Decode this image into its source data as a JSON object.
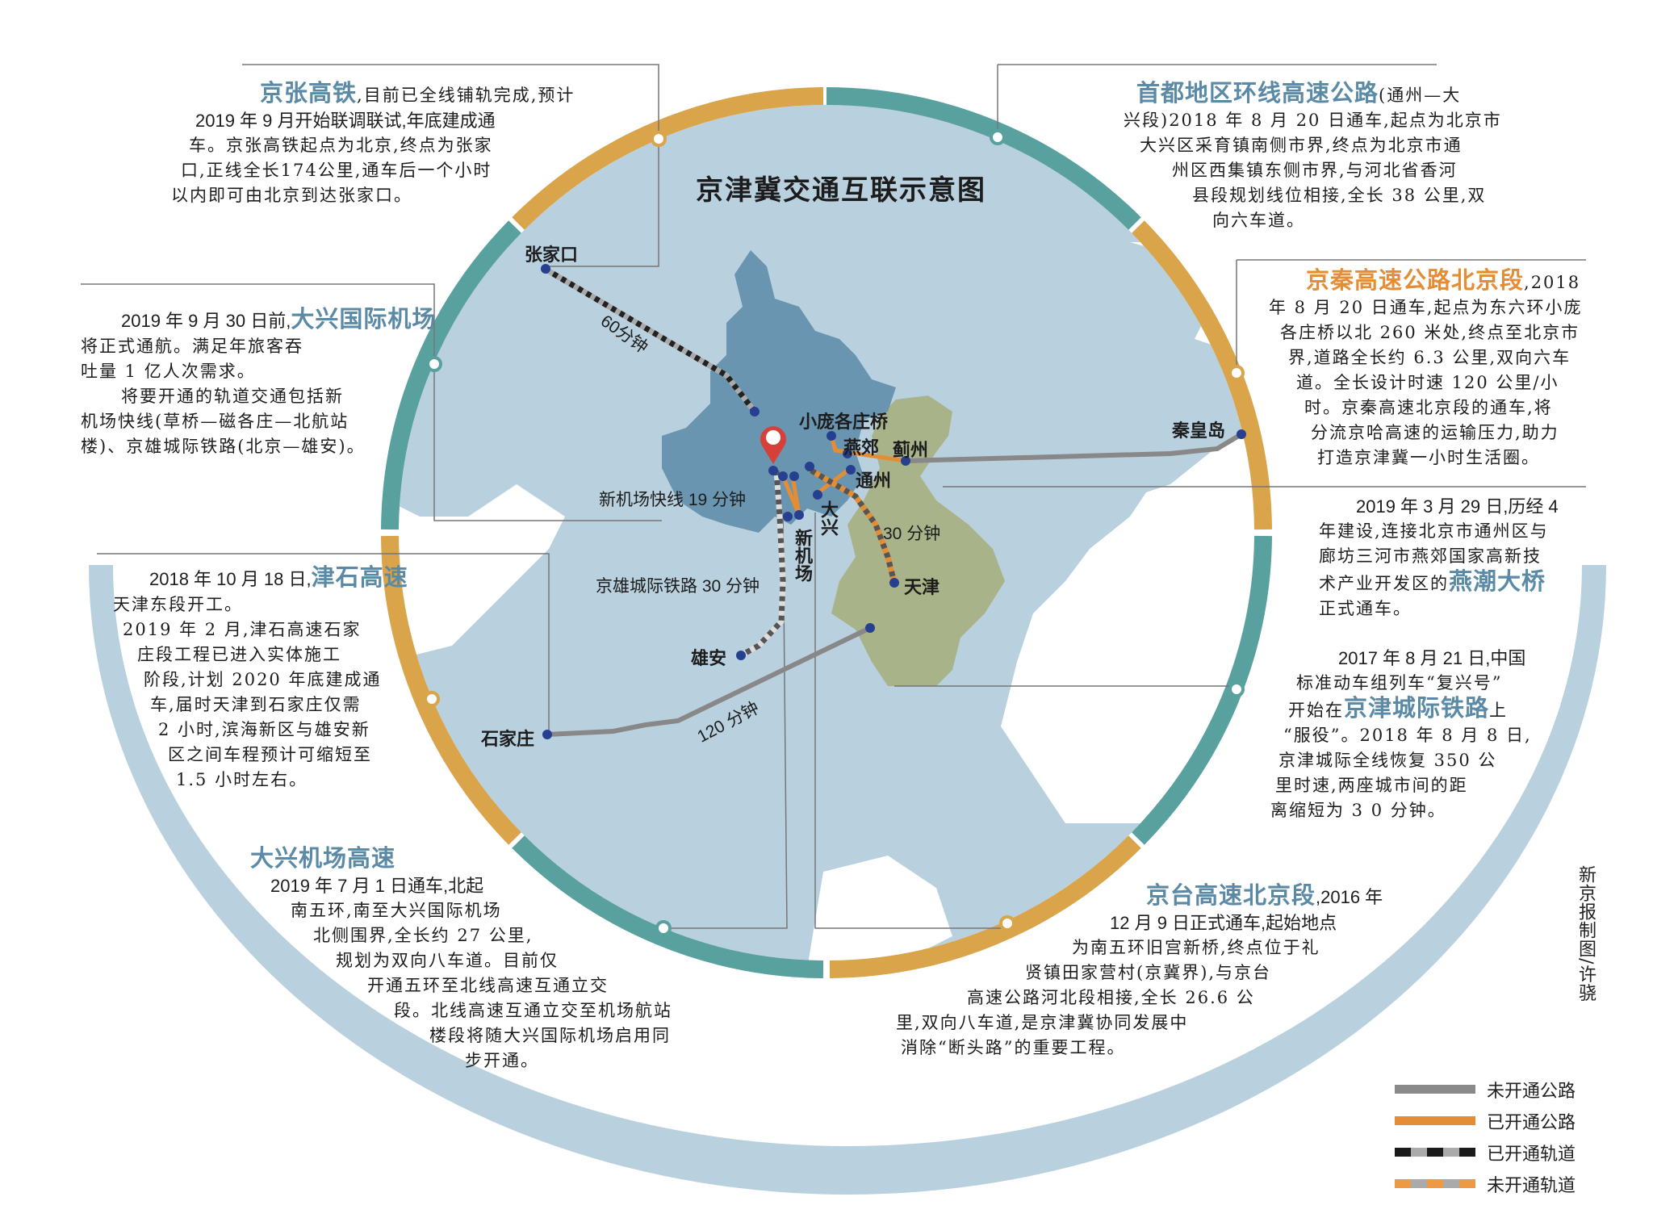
{
  "title": "京津冀交通互联示意图",
  "credit": "新京报制图/许骁",
  "colors": {
    "ring_teal": "#58a19f",
    "ring_gold": "#d9a44a",
    "hebei_fill": "#b9d0de",
    "beijing_fill": "#6a95b0",
    "tianjin_fill": "#a9b38a",
    "crescent": "#b9d1de",
    "highlight_blue": "#5b8aa6",
    "highlight_orange": "#e58d35",
    "city_dot": "#26408f"
  },
  "cities": [
    {
      "name": "张家口"
    },
    {
      "name": "小庞各庄桥"
    },
    {
      "name": "燕郊"
    },
    {
      "name": "蓟州"
    },
    {
      "name": "通州"
    },
    {
      "name": "大兴"
    },
    {
      "name": "新机场"
    },
    {
      "name": "天津"
    },
    {
      "name": "雄安"
    },
    {
      "name": "石家庄"
    },
    {
      "name": "秦皇岛"
    }
  ],
  "route_labels": {
    "zhangjiakou": "60分钟",
    "airport_express": "新机场快线 19 分钟",
    "jingxiong": "京雄城际铁路 30 分钟",
    "tianjin": "30 分钟",
    "shijiazhuang": "120 分钟"
  },
  "boxes": {
    "jingzhang": {
      "headline": "京张高铁",
      "lines": [
        ",目前已全线铺轨完成,预计",
        "2019 年 9 月开始联调联试,年底建成通",
        "车。京张高铁起点为北京,终点为张家",
        "口,正线全长174公里,通车后一个小时",
        "以内即可由北京到达张家口。"
      ]
    },
    "capital_ring": {
      "headline": "首都地区环线高速公路",
      "lines": [
        "(通州—大",
        "兴段)2018 年 8 月 20 日通车,起点为北京市",
        "大兴区采育镇南侧市界,终点为北京市通",
        "州区西集镇东侧市界,与河北省香河",
        "县段规划线位相接,全长 38 公里,双",
        "向六车道。"
      ]
    },
    "jingqin": {
      "headline": "京秦高速公路北京段",
      "lines": [
        ",2018",
        "年 8 月 20 日通车,起点为东六环小庞",
        "各庄桥以北 260 米处,终点至北京市",
        "界,道路全长约 6.3 公里,双向六车",
        "道。全长设计时速 120 公里/小",
        "时。京秦高速北京段的通车,将",
        "分流京哈高速的运输压力,助力",
        "打造京津冀一小时生活圈。"
      ]
    },
    "daxing_airport": {
      "prefix": "2019 年 9 月 30 日前,",
      "headline": "大兴国际机场",
      "lines": [
        "将正式通航。满足年旅客吞",
        "吐量 1 亿人次需求。",
        "将要开通的轨道交通包括新",
        "机场快线(草桥—磁各庄—北航站",
        "楼)、京雄城际铁路(北京—雄安)。"
      ]
    },
    "yanchao": {
      "lines": [
        "2019 年 3 月 29 日,历经 4",
        "年建设,连接北京市通州区与",
        "廊坊三河市燕郊国家高新技",
        "术产业开发区的"
      ],
      "headline": "燕潮大桥",
      "tail": "正式通车。"
    },
    "jinshi": {
      "prefix": "2018 年 10 月 18 日,",
      "headline": "津石高速",
      "lines": [
        "天津东段开工。",
        "2019 年 2 月,津石高速石家",
        "庄段工程已进入实体施工",
        "阶段,计划 2020 年底建成通",
        "车,届时天津到石家庄仅需",
        "2 小时,滨海新区与雄安新",
        "区之间车程预计可缩短至",
        "1.5 小时左右。"
      ]
    },
    "jingjin": {
      "lines": [
        "2017 年 8 月 21 日,中国",
        "标准动车组列车“复兴号”",
        "开始在"
      ],
      "headline": "京津城际铁路",
      "tail_lines": [
        "上",
        "“服役”。2018 年 8 月 8 日,",
        "京津城际全线恢复 350 公",
        "里时速,两座城市间的距",
        "离缩短为 3 0 分钟。"
      ]
    },
    "daxing_expressway": {
      "headline": "大兴机场高速",
      "lines": [
        "2019 年 7 月 1 日通车,北起",
        "南五环,南至大兴国际机场",
        "北侧围界,全长约 27 公里,",
        "规划为双向八车道。目前仅",
        "开通五环至北线高速互通立交",
        "段。北线高速互通立交至机场航站",
        "楼段将随大兴国际机场启用同",
        "步开通。"
      ]
    },
    "jingtai": {
      "headline": "京台高速北京段",
      "lines": [
        ",2016 年",
        "12 月 9 日正式通车,起始地点",
        "为南五环旧宫新桥,终点位于礼",
        "贤镇田家营村(京冀界),与京台",
        "高速公路河北段相接,全长 26.6 公",
        "里,双向八车道,是京津冀协同发展中",
        "消除“断头路”的重要工程。"
      ]
    }
  },
  "legend": [
    {
      "label": "未开通公路",
      "style": "gray"
    },
    {
      "label": "已开通公路",
      "style": "orange"
    },
    {
      "label": "已开通轨道",
      "style": "black-dashed"
    },
    {
      "label": "未开通轨道",
      "style": "orange-dashed"
    }
  ]
}
